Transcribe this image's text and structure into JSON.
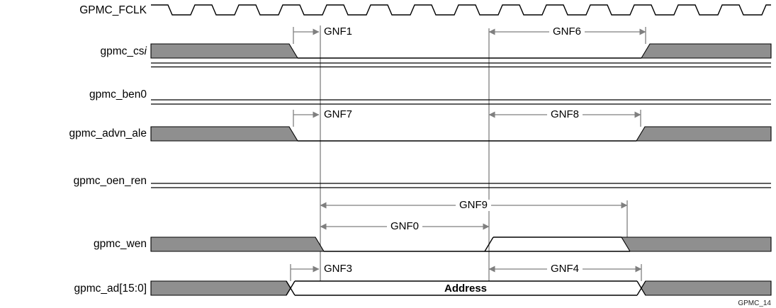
{
  "diagram": {
    "address_label": "Address",
    "figure_id": "GPMC_14"
  },
  "signals": {
    "fclk": {
      "label": "GPMC_FCLK"
    },
    "cs": {
      "label": "gpmc_cs",
      "suffix": "i"
    },
    "ben0": {
      "label": "gpmc_ben0"
    },
    "advn": {
      "label": "gpmc_advn_ale"
    },
    "oen": {
      "label": "gpmc_oen_ren"
    },
    "wen": {
      "label": "gpmc_wen"
    },
    "ad": {
      "label": "gpmc_ad[15:0]"
    }
  },
  "timings": {
    "gnf1": "GNF1",
    "gnf6": "GNF6",
    "gnf7": "GNF7",
    "gnf8": "GNF8",
    "gnf9": "GNF9",
    "gnf0": "GNF0",
    "gnf3": "GNF3",
    "gnf4": "GNF4"
  },
  "colors": {
    "band": "#8f8f8f",
    "annotation": "#7f7f7f",
    "line": "#000000"
  }
}
